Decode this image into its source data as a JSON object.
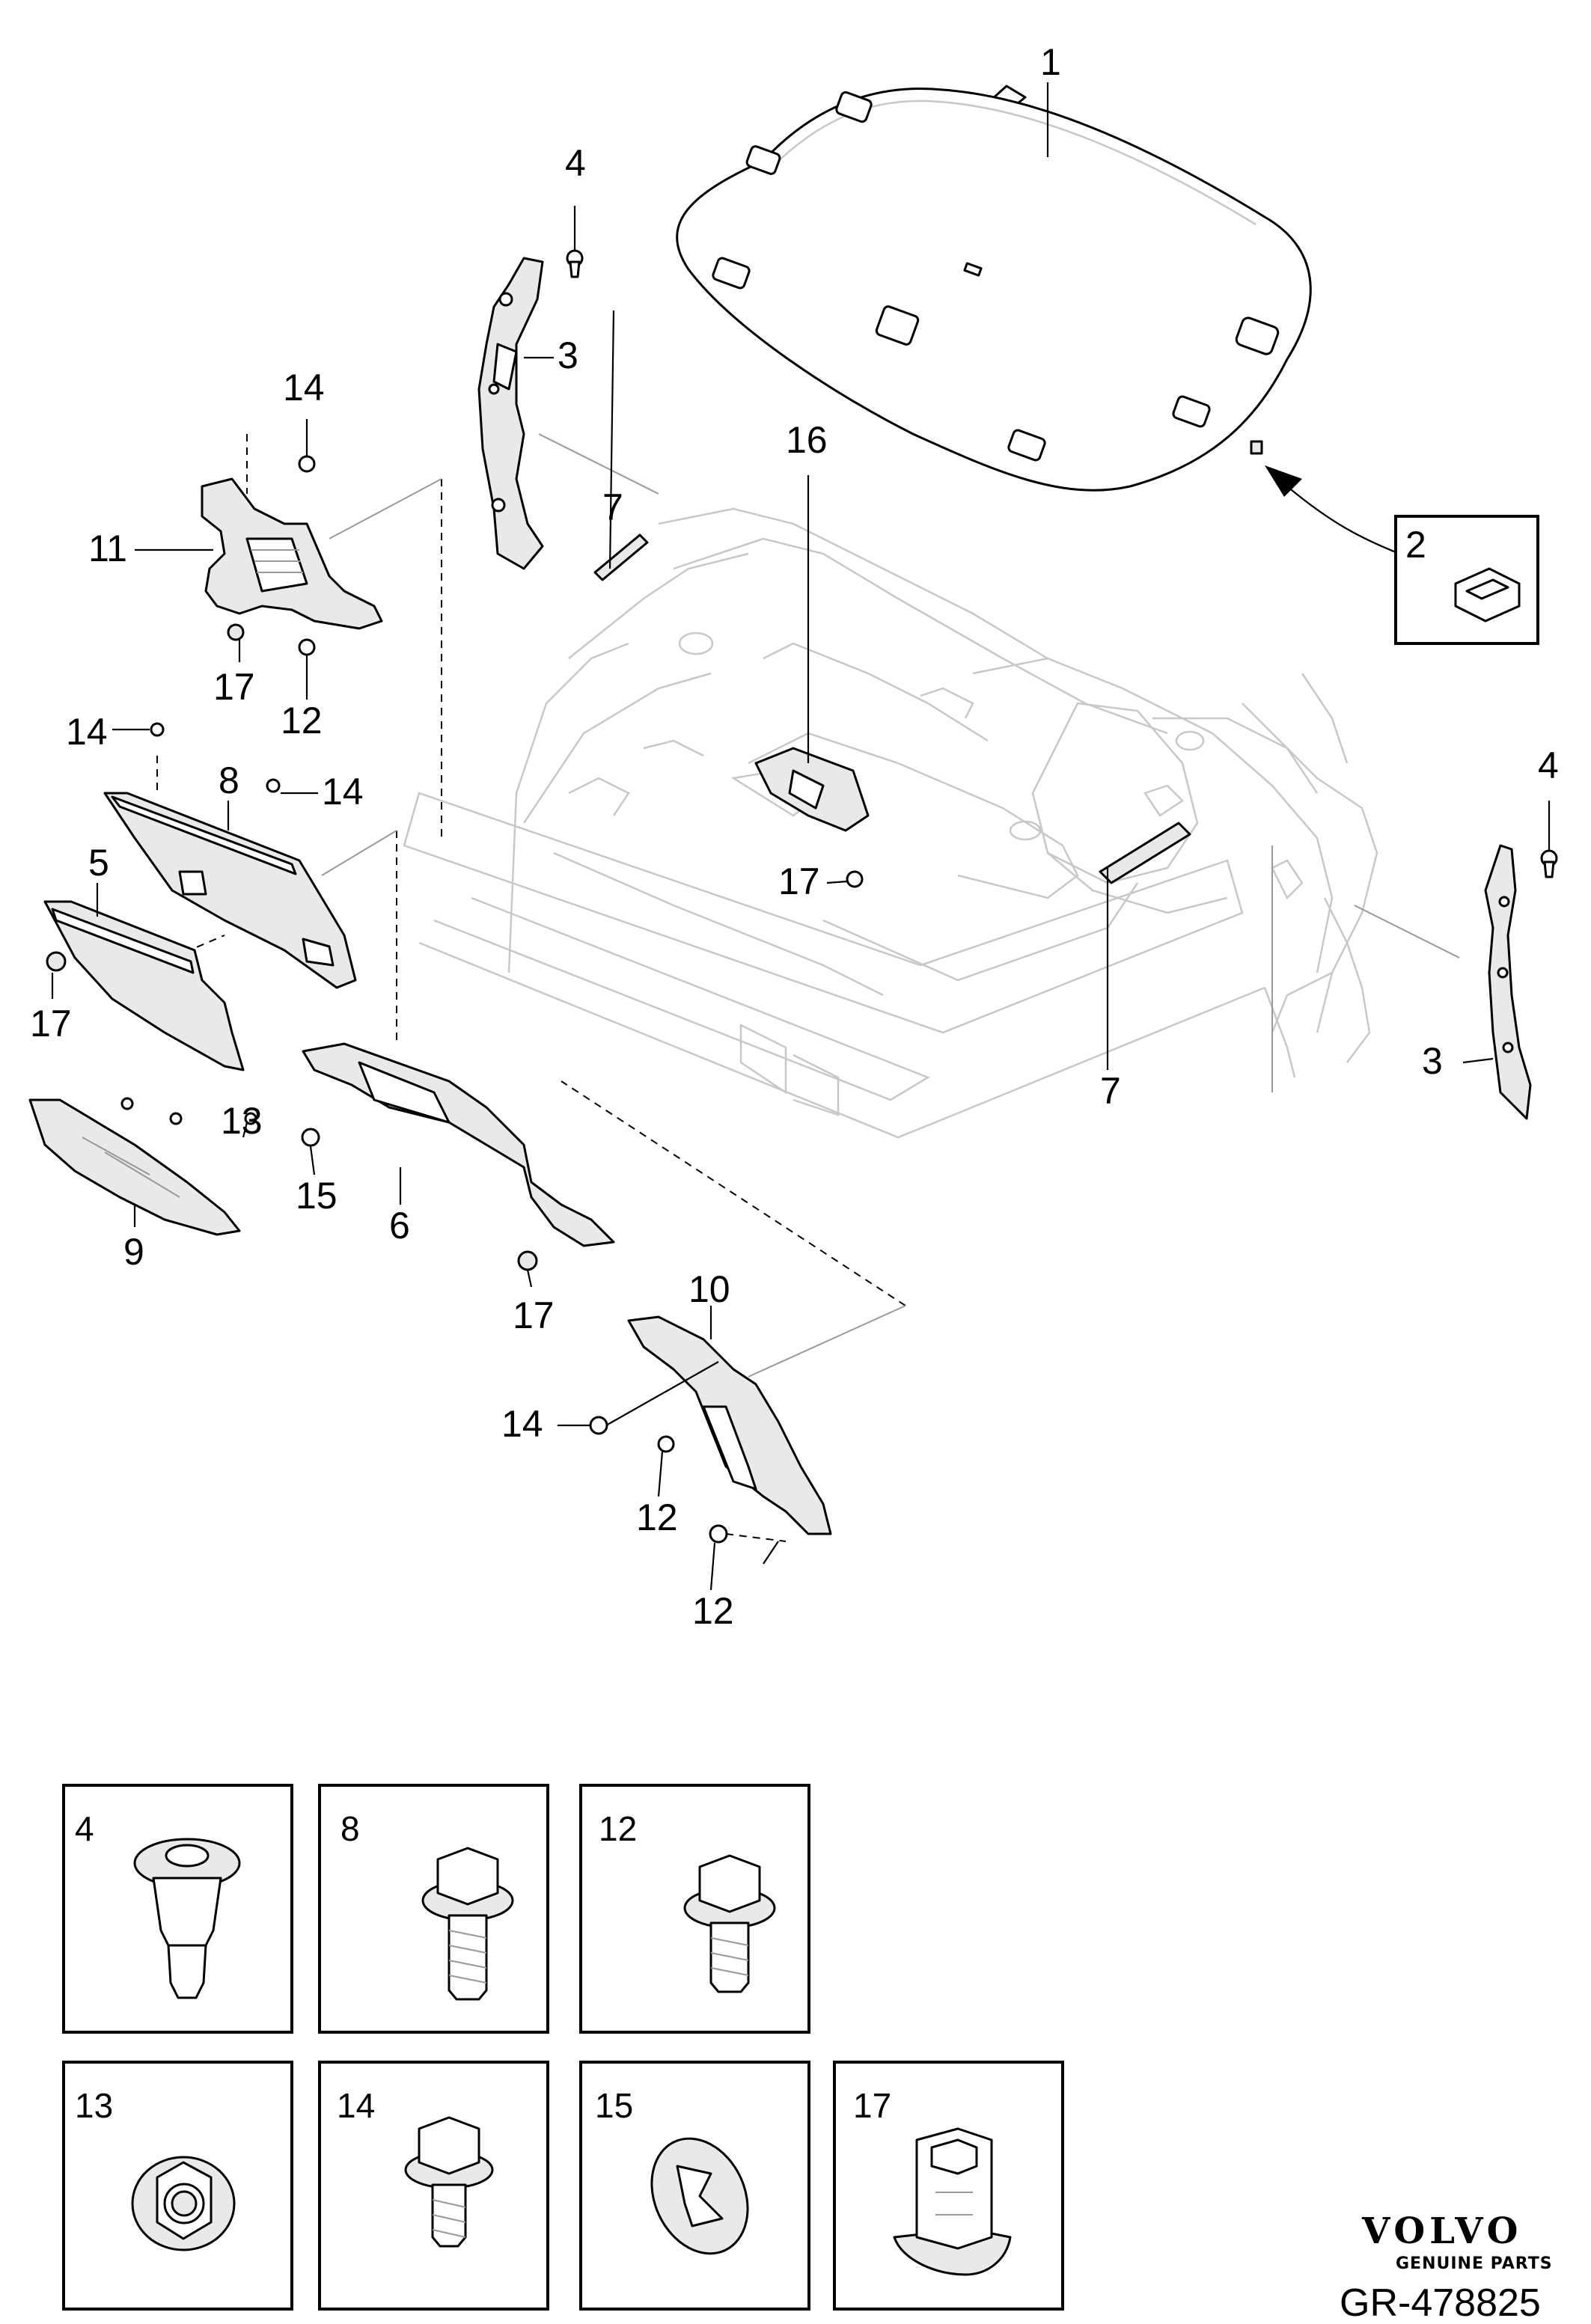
{
  "callouts": [
    {
      "id": "c1",
      "text": "1"
    },
    {
      "id": "c2",
      "text": "2"
    },
    {
      "id": "c3a",
      "text": "3"
    },
    {
      "id": "c3b",
      "text": "3"
    },
    {
      "id": "c4a",
      "text": "4"
    },
    {
      "id": "c4b",
      "text": "4"
    },
    {
      "id": "c5",
      "text": "5"
    },
    {
      "id": "c6",
      "text": "6"
    },
    {
      "id": "c7a",
      "text": "7"
    },
    {
      "id": "c7b",
      "text": "7"
    },
    {
      "id": "c8",
      "text": "8"
    },
    {
      "id": "c9",
      "text": "9"
    },
    {
      "id": "c10",
      "text": "10"
    },
    {
      "id": "c11",
      "text": "11"
    },
    {
      "id": "c12a",
      "text": "12"
    },
    {
      "id": "c12b",
      "text": "12"
    },
    {
      "id": "c12c",
      "text": "12"
    },
    {
      "id": "c13",
      "text": "13"
    },
    {
      "id": "c14a",
      "text": "14"
    },
    {
      "id": "c14b",
      "text": "14"
    },
    {
      "id": "c14c",
      "text": "14"
    },
    {
      "id": "c14d",
      "text": "14"
    },
    {
      "id": "c15",
      "text": "15"
    },
    {
      "id": "c16",
      "text": "16"
    },
    {
      "id": "c17a",
      "text": "17"
    },
    {
      "id": "c17b",
      "text": "17"
    },
    {
      "id": "c17c",
      "text": "17"
    },
    {
      "id": "c17d",
      "text": "17"
    }
  ],
  "detail_boxes": [
    {
      "label": "4",
      "part": "push-rivet"
    },
    {
      "label": "8",
      "part": "flange-bolt-long"
    },
    {
      "label": "12",
      "part": "flange-bolt"
    },
    {
      "label": "13",
      "part": "flange-nut"
    },
    {
      "label": "14",
      "part": "flange-bolt-short"
    },
    {
      "label": "15",
      "part": "clip-disc"
    },
    {
      "label": "17",
      "part": "snap-nut"
    }
  ],
  "brand": {
    "name": "VOLVO",
    "tagline": "GENUINE PARTS",
    "code": "GR-478825"
  }
}
